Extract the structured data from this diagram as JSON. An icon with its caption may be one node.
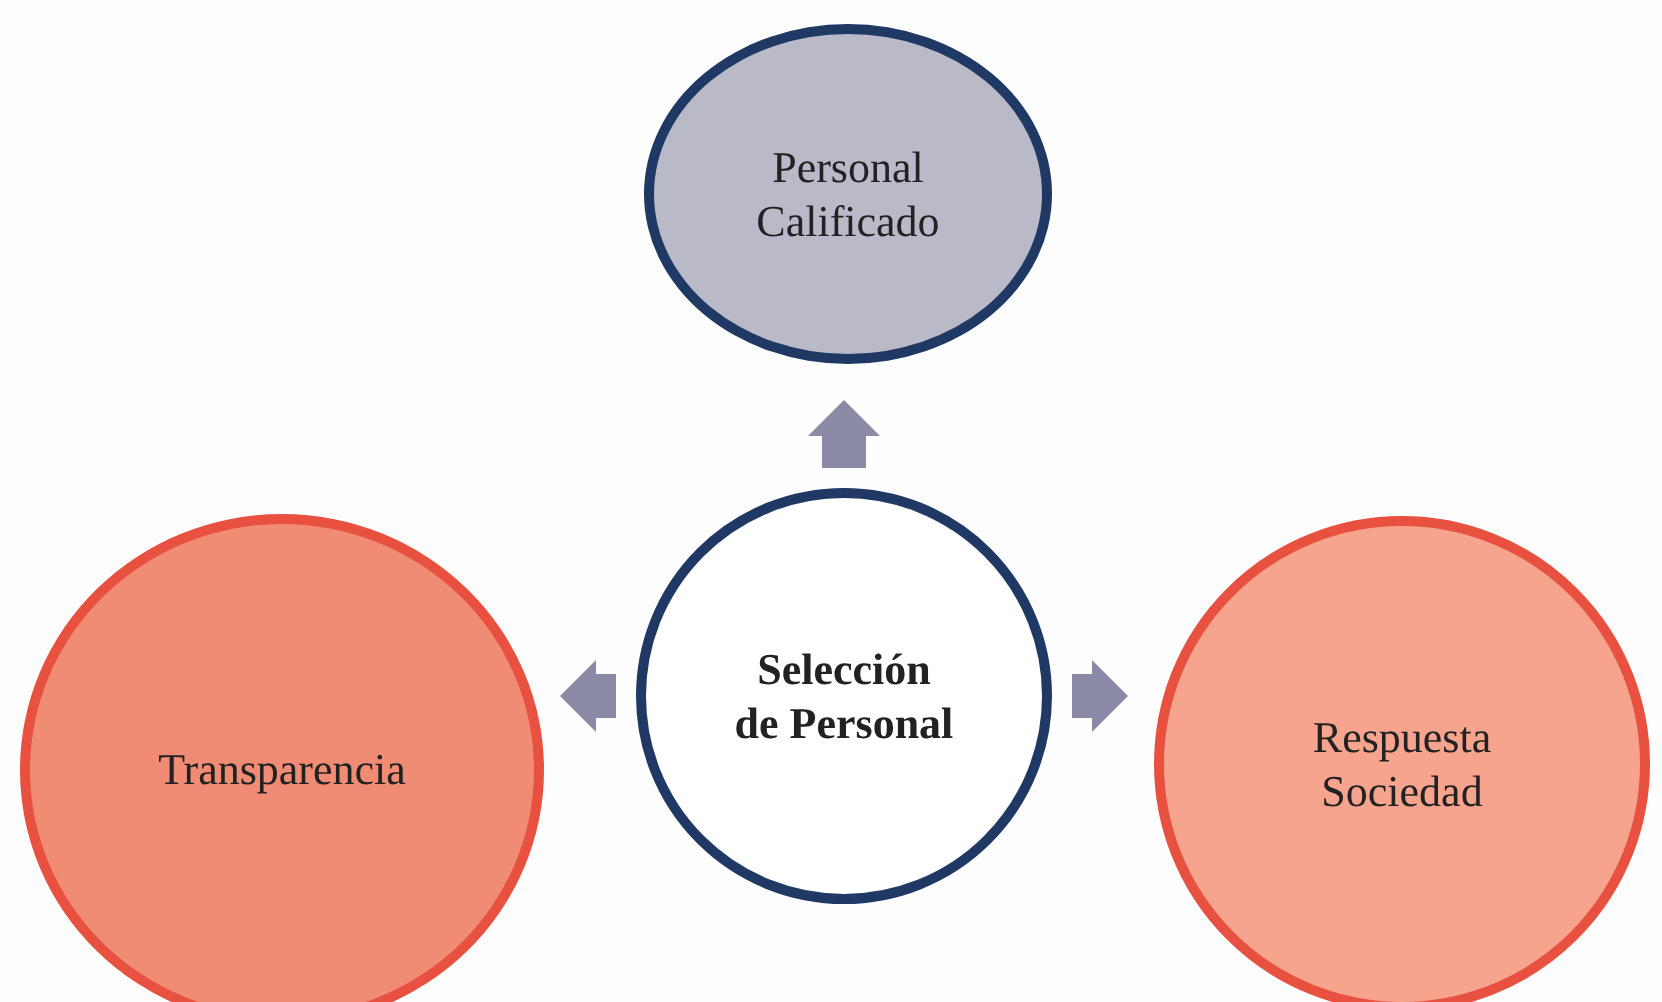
{
  "diagram": {
    "nodes": [
      {
        "text": [
          "Personal Calificado"
        ]
      },
      {
        "text": [
          "Transparencia"
        ]
      },
      {
        "text": [
          "Selección de Personal"
        ]
      },
      {
        "text": [
          "Respuesta Sociedad"
        ]
      }
    ],
    "edges": [
      {
        "from": 2,
        "to": 0,
        "arrow": "to"
      },
      {
        "from": 2,
        "to": 1,
        "arrow": "to"
      },
      {
        "from": 2,
        "to": 3,
        "arrow": "to"
      }
    ]
  }
}
